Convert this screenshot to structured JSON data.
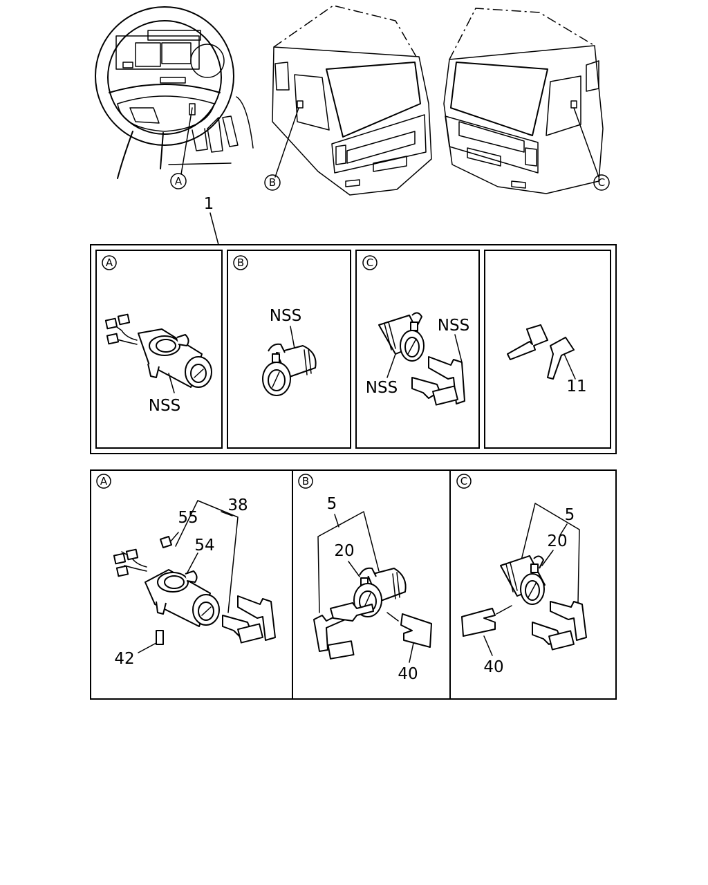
{
  "callouts": {
    "a": "A",
    "b": "B",
    "c": "C"
  },
  "group_number": "1",
  "top_panels": {
    "a": {
      "label": "NSS"
    },
    "b": {
      "label": "NSS"
    },
    "c": {
      "label_left": "NSS",
      "label_right": "NSS"
    },
    "keys": {
      "label": "11"
    }
  },
  "bottom_panels": {
    "a": {
      "labels": [
        "38",
        "55",
        "54",
        "42"
      ]
    },
    "b": {
      "labels": [
        "5",
        "20",
        "40"
      ]
    },
    "c": {
      "labels": [
        "5",
        "20",
        "40"
      ]
    }
  }
}
